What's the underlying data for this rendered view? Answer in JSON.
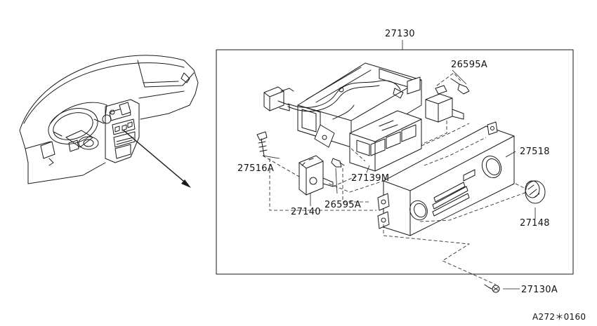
{
  "diagram": {
    "labels": {
      "assembly": "27130",
      "bulb_top": "26595A",
      "panel": "27518",
      "knob": "27148",
      "screw_left": "27516A",
      "control_unit": "27139M",
      "switch": "27140",
      "bulb_bottom": "26595A",
      "screw_bottom": "27130A",
      "drawing_code": "A272＊0160"
    }
  }
}
